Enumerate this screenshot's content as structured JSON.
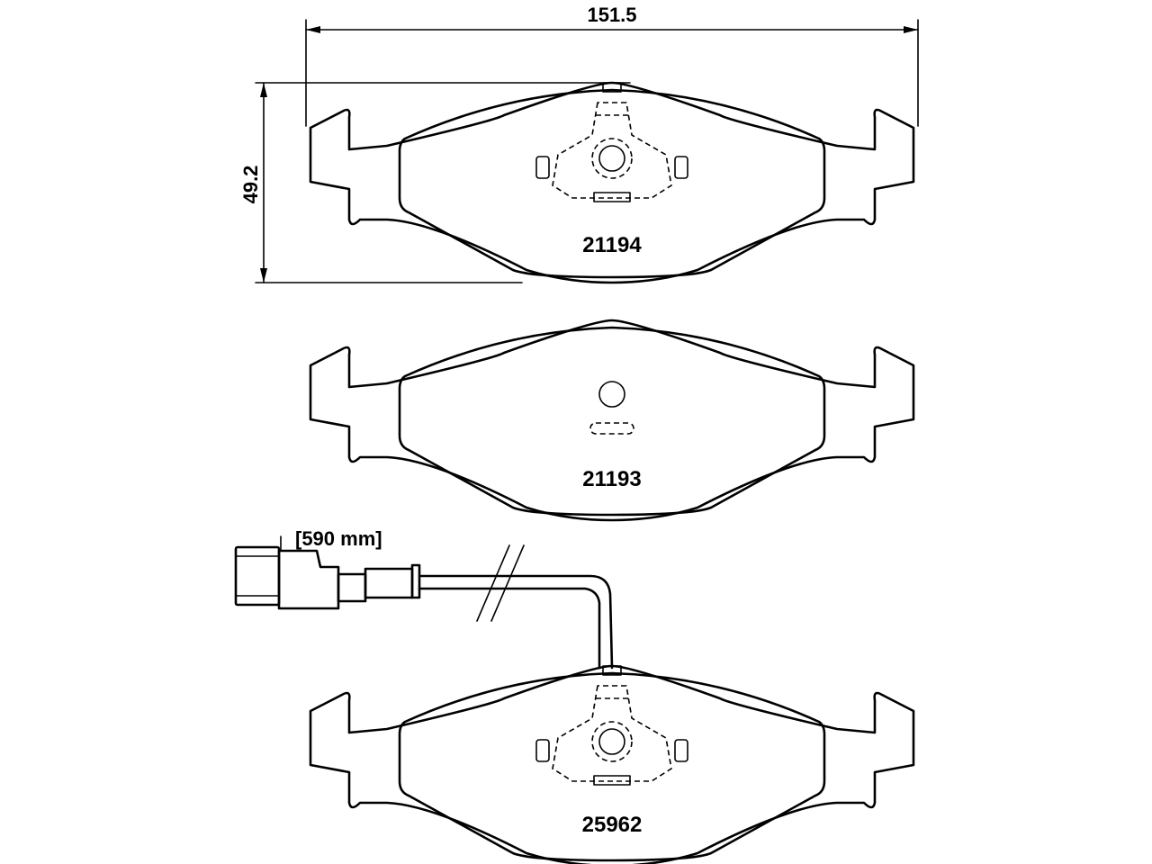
{
  "dimensions": {
    "width_label": "151.5",
    "height_label": "49.2"
  },
  "pads": [
    {
      "part_number": "21194",
      "has_wear_indicator_mount": true
    },
    {
      "part_number": "21193",
      "has_wear_indicator_mount": false
    },
    {
      "part_number": "25962",
      "has_wear_indicator_mount": true
    }
  ],
  "sensor": {
    "cable_length_label": "[590 mm]"
  }
}
